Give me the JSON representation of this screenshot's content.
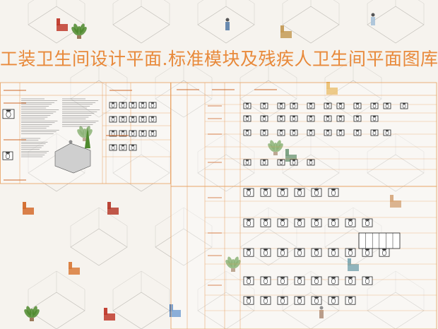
{
  "title": "工装卫生间设计平面.标准模块及残疾人卫生间平面图库",
  "colors": {
    "background": "#f6f3ee",
    "title": "#e8893a",
    "grid_line": "#e89e5c",
    "drawing_ink": "#1e1e1e",
    "accent_red": "#c0392b",
    "accent_green": "#4f7a2e"
  },
  "sheets": [
    {
      "name": "left-panel",
      "region": "top-left"
    },
    {
      "name": "right-top-panel",
      "region": "top-right"
    },
    {
      "name": "right-bottom-panel",
      "region": "bottom-right"
    }
  ],
  "icons": [
    "plant-icon",
    "chair-icon",
    "figure-icon",
    "toilet-plan-icon",
    "room-iso-icon"
  ]
}
